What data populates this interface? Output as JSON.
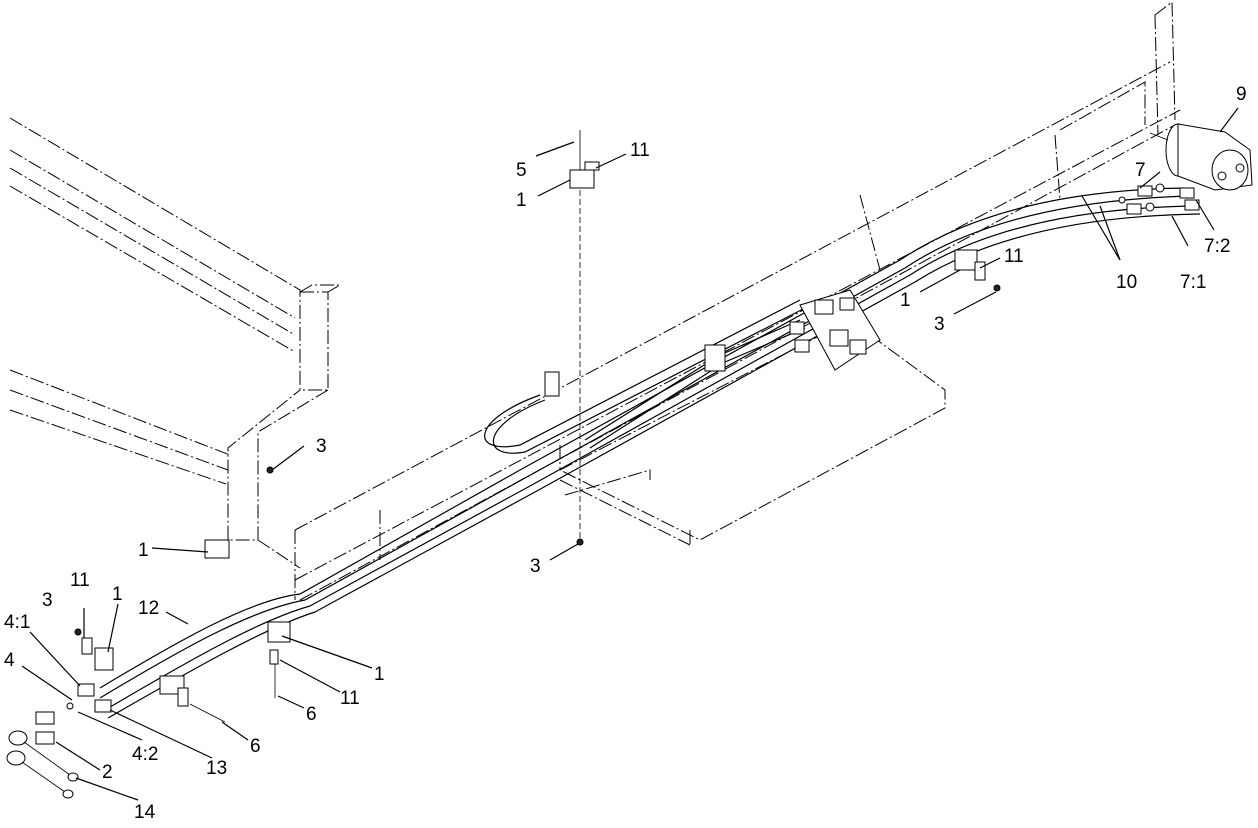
{
  "diagram": {
    "callouts": [
      {
        "text": "9"
      },
      {
        "text": "5"
      },
      {
        "text": "11"
      },
      {
        "text": "1"
      },
      {
        "text": "7"
      },
      {
        "text": "7:2"
      },
      {
        "text": "7:1"
      },
      {
        "text": "10"
      },
      {
        "text": "11"
      },
      {
        "text": "1"
      },
      {
        "text": "3"
      },
      {
        "text": "3"
      },
      {
        "text": "1"
      },
      {
        "text": "3"
      },
      {
        "text": "11"
      },
      {
        "text": "1"
      },
      {
        "text": "3"
      },
      {
        "text": "12"
      },
      {
        "text": "4:1"
      },
      {
        "text": "4"
      },
      {
        "text": "1"
      },
      {
        "text": "11"
      },
      {
        "text": "6"
      },
      {
        "text": "6"
      },
      {
        "text": "4:2"
      },
      {
        "text": "13"
      },
      {
        "text": "2"
      },
      {
        "text": "14"
      }
    ]
  }
}
